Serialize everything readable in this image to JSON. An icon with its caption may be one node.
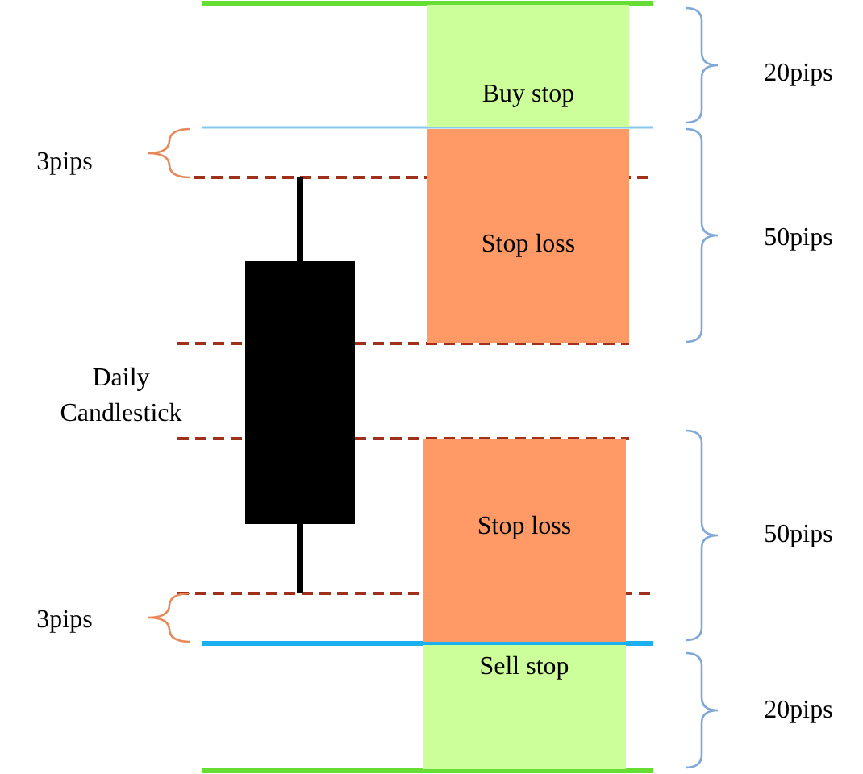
{
  "diagram": {
    "nodes": [
      {
        "text": [
          "Buy stop"
        ]
      },
      {
        "text": [
          "Stop loss"
        ]
      },
      {
        "text": [
          "Stop loss"
        ]
      },
      {
        "text": [
          "Sell stop"
        ]
      }
    ],
    "labels": [
      "20pips",
      "3pips",
      "50pips",
      "Daily Candlestick",
      "50pips",
      "3pips",
      "20pips"
    ]
  }
}
